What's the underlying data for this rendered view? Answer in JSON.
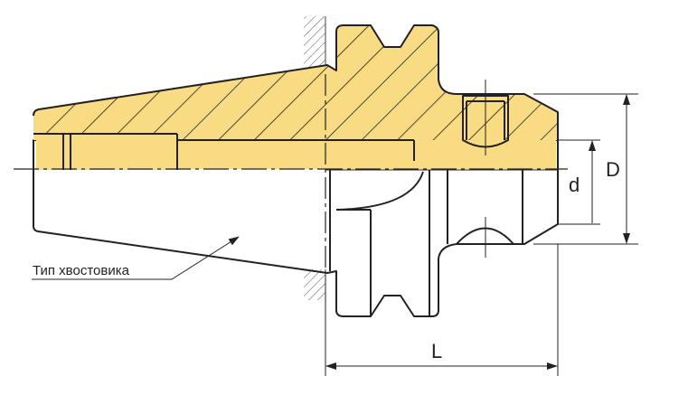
{
  "diagram": {
    "title_hidden": null,
    "labels": {
      "outer_diameter": "D",
      "bore_diameter": "d",
      "length": "L",
      "shank_type": "Тип хвостовика"
    },
    "colors": {
      "body_fill": "#F8DB82",
      "outline": "#222222"
    }
  }
}
